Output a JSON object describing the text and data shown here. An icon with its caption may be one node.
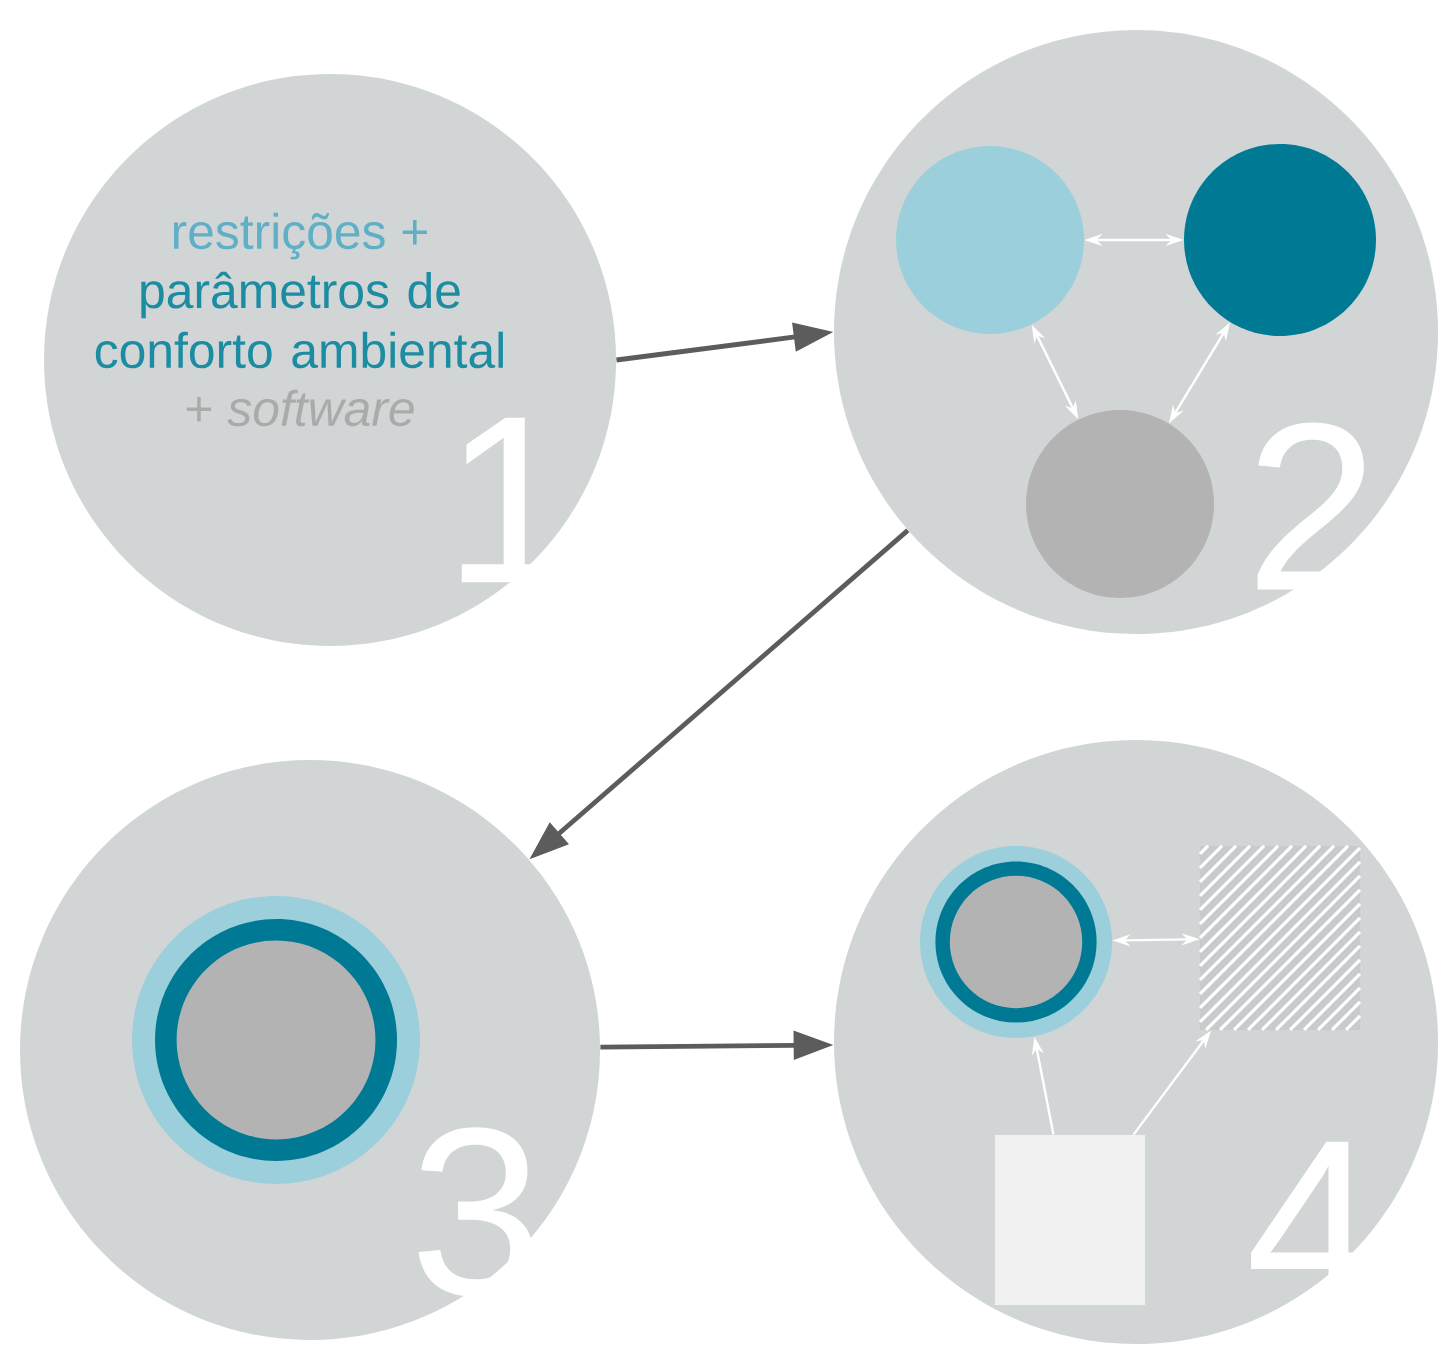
{
  "diagram": {
    "nodes": [
      {
        "text": [
          "restrições +",
          "parâmetros de conforto ambiental",
          "+ *software*",
          "1"
        ]
      },
      {
        "text": [
          "2"
        ]
      },
      {
        "text": [],
        "shape": "circle",
        "in": 1
      },
      {
        "text": [],
        "shape": "circle",
        "in": 1
      },
      {
        "text": [],
        "shape": "circle",
        "in": 1
      },
      {
        "text": [
          "3"
        ]
      },
      {
        "text": [],
        "shape": "circle",
        "in": 5
      },
      {
        "text": [
          "4"
        ]
      },
      {
        "text": [],
        "shape": "circle",
        "in": 7
      },
      {
        "text": [],
        "shape": "box",
        "in": 7
      },
      {
        "text": [],
        "shape": "box",
        "in": 7
      }
    ],
    "edges": [
      {
        "from": 0,
        "to": 1,
        "arrow": "to",
        "color": "#5c5c5c"
      },
      {
        "from": 2,
        "to": 3,
        "arrow": "both"
      },
      {
        "from": 4,
        "to": 2,
        "arrow": "both"
      },
      {
        "from": 4,
        "to": 3,
        "arrow": "both"
      },
      {
        "from": 1,
        "to": 5,
        "arrow": "to",
        "color": "#5c5c5c"
      },
      {
        "from": 5,
        "to": 7,
        "arrow": "to",
        "color": "#5c5c5c"
      },
      {
        "from": 9,
        "to": 8,
        "arrow": "both"
      },
      {
        "from": 10,
        "to": 8,
        "arrow": "to"
      },
      {
        "from": 10,
        "to": 9,
        "arrow": "to"
      }
    ]
  }
}
